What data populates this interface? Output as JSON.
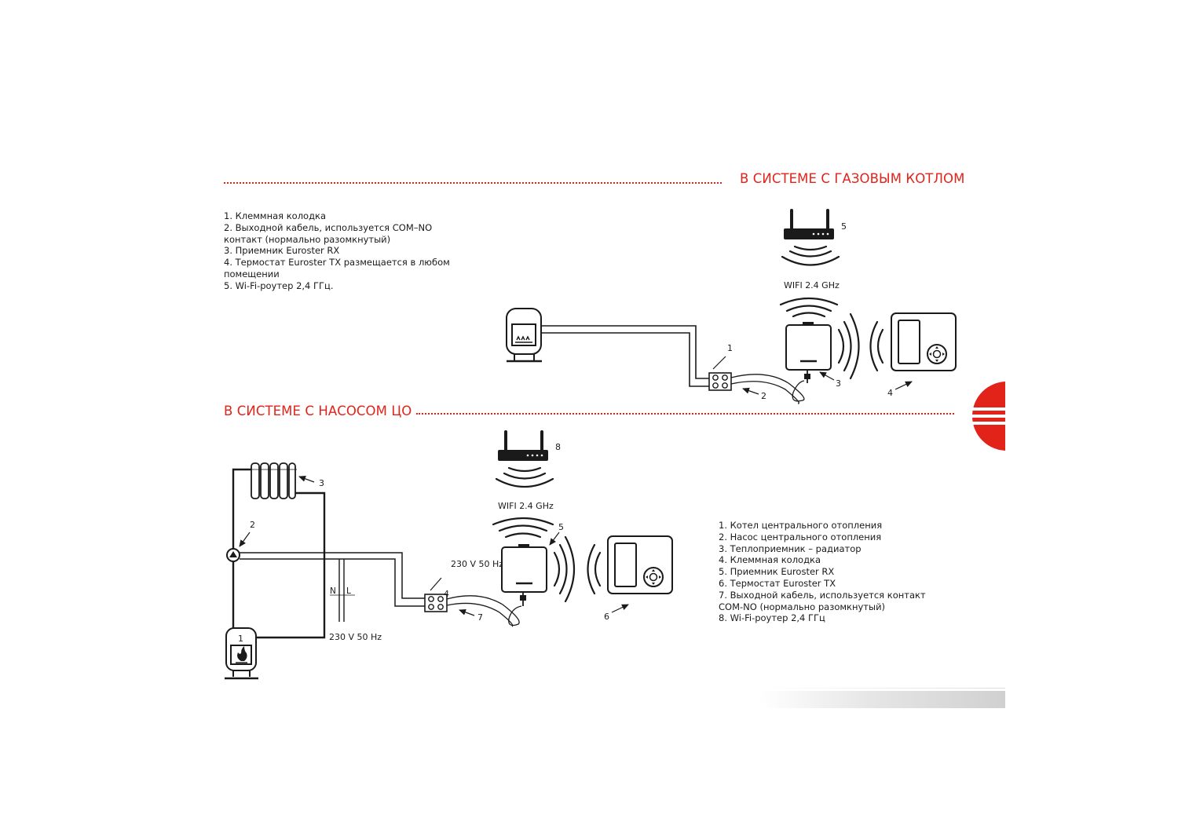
{
  "gas_section": {
    "title": "В СИСТЕМЕ С ГАЗОВЫМ КОТЛОМ",
    "legend": [
      "1. Клеммная колодка",
      "2. Выходной кабель, используется COM–NO",
      "контакт (нормально разомкнутый)",
      "3. Приемник Euroster RX",
      "4. Термостат Euroster TX размещается в любом",
      "помещении",
      "5. Wi-Fi-роутер 2,4 ГГц."
    ],
    "wifi_label": "WIFI 2.4 GHz",
    "callouts": {
      "c1": "1",
      "c2": "2",
      "c3": "3",
      "c4": "4",
      "c5": "5"
    }
  },
  "pump_section": {
    "title": "В СИСТЕМЕ С НАСОСОМ ЦО",
    "legend": [
      "1. Котел центрального отопления",
      "2. Насос центрального отопления",
      "3. Теплоприемник – радиатор",
      "4. Клеммная колодка",
      "5. Приемник Euroster RX",
      "6. Термостат Euroster TX",
      "7. Выходной кабель, используется контакт",
      "COM-NO (нормально разомкнутый)",
      "8. Wi-Fi-роутер 2,4 ГГц"
    ],
    "wifi_label": "WIFI 2.4 GHz",
    "voltage_label_top": "230 V 50 Hz",
    "voltage_label_bottom": "230 V 50 Hz",
    "neutral_label": "N",
    "live_label": "L",
    "callouts": {
      "c1": "1",
      "c2": "2",
      "c3": "3",
      "c4": "4",
      "c5": "5",
      "c6": "6",
      "c7": "7",
      "c8": "8"
    }
  },
  "colors": {
    "accent": "#e2231a",
    "line": "#1a1a1a"
  },
  "icons": [
    "router-icon",
    "wifi-waves-icon",
    "receiver-icon",
    "thermostat-icon",
    "terminal-block-icon",
    "boiler-icon",
    "radiator-icon",
    "pump-icon",
    "flame-icon",
    "side-tab-icon"
  ]
}
